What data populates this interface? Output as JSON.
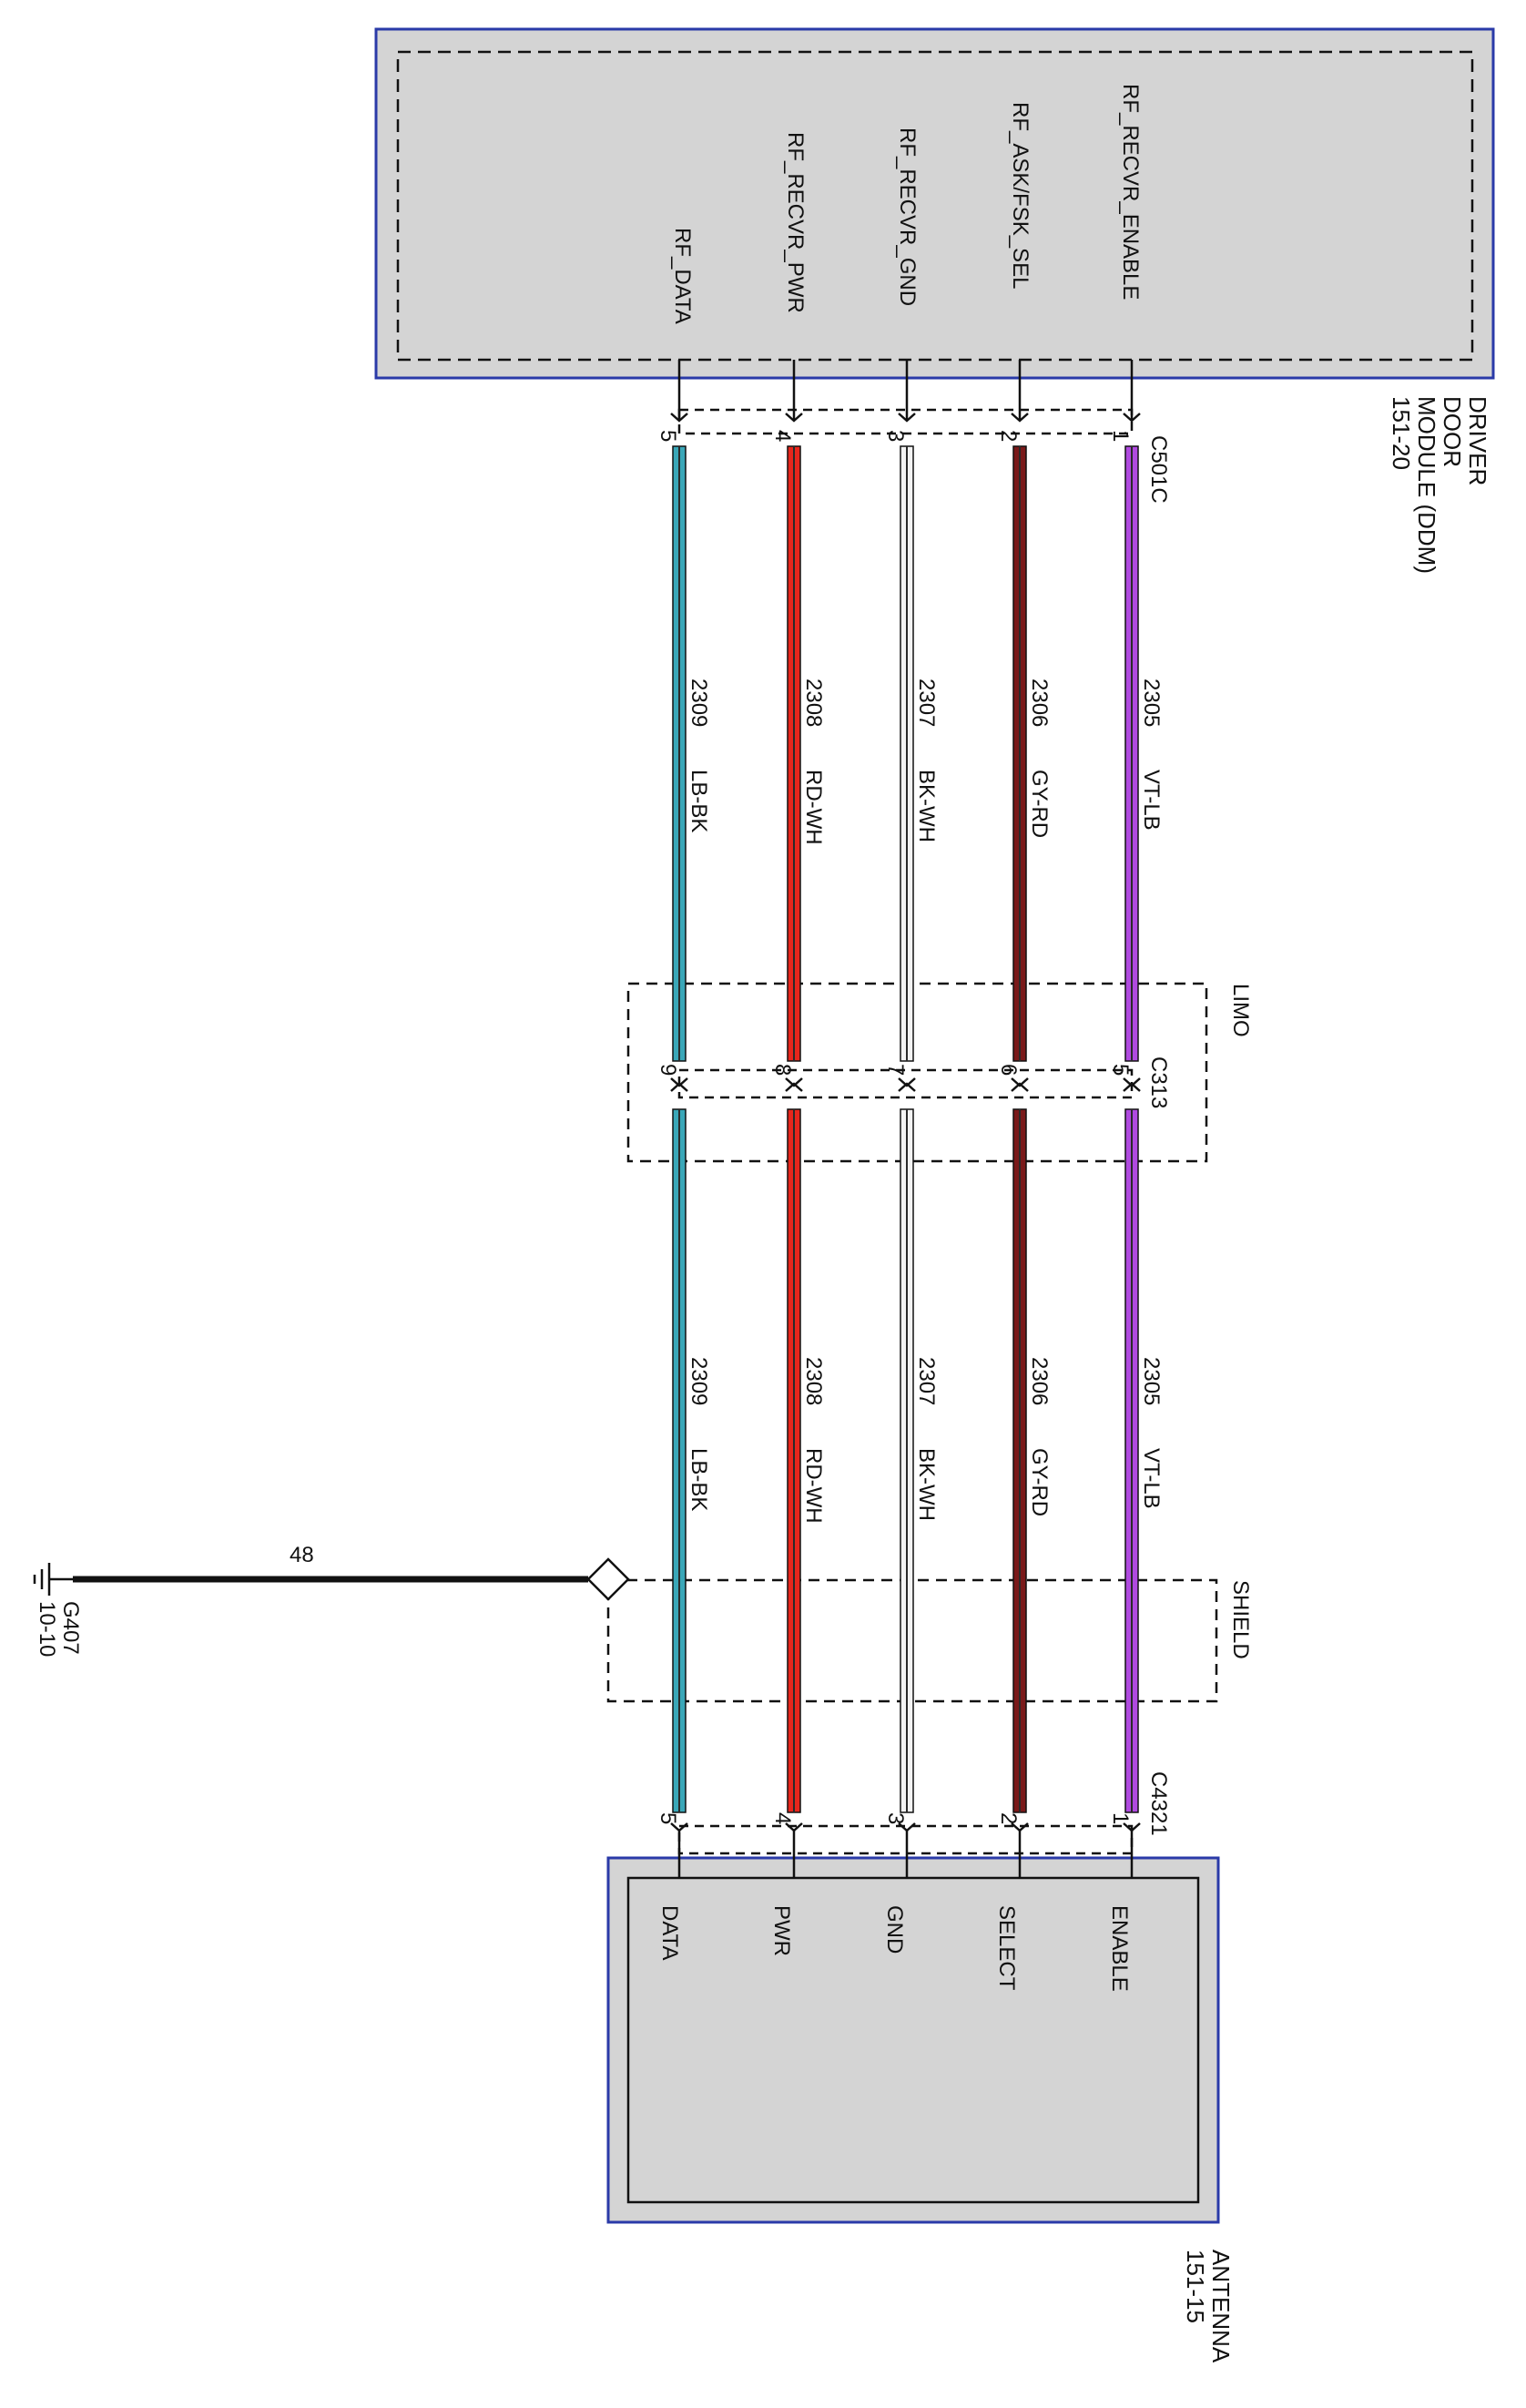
{
  "ddm": {
    "label_lines": [
      "DRIVER",
      "DOOR",
      "MODULE (DDM)",
      "151-20"
    ],
    "connector": "C501C",
    "pins": [
      {
        "pin": "1",
        "signal": "RF_RECVR_ENABLE"
      },
      {
        "pin": "2",
        "signal": "RF_ASK/FSK_SEL"
      },
      {
        "pin": "3",
        "signal": "RF_RECVR_GND"
      },
      {
        "pin": "4",
        "signal": "RF_RECVR_PWR"
      },
      {
        "pin": "5",
        "signal": "RF_DATA"
      }
    ]
  },
  "wires": [
    {
      "circuit": "2305",
      "color_code": "VT-LB",
      "color": "#b04ae0",
      "stripe": "#2a2a2a"
    },
    {
      "circuit": "2306",
      "color_code": "GY-RD",
      "color": "#7a1a1a",
      "stripe": "#2a2a2a"
    },
    {
      "circuit": "2307",
      "color_code": "BK-WH",
      "color": "#f4f4f4",
      "stripe": "#2a2a2a"
    },
    {
      "circuit": "2308",
      "color_code": "RD-WH",
      "color": "#e8261c",
      "stripe": "#2a2a2a"
    },
    {
      "circuit": "2309",
      "color_code": "LB-BK",
      "color": "#3aa7b8",
      "stripe": "#2a2a2a"
    }
  ],
  "limo": {
    "label": "LIMO",
    "connector": "C313",
    "pins": [
      "5",
      "6",
      "7",
      "8",
      "9"
    ]
  },
  "shield": {
    "label": "SHIELD",
    "ground_circuit": "48",
    "ground_lines": [
      "G407",
      "10-10"
    ]
  },
  "antenna": {
    "label_lines": [
      "ANTENNA",
      "151-15"
    ],
    "connector": "C4321",
    "pins": [
      {
        "pin": "1",
        "signal": "ENABLE"
      },
      {
        "pin": "2",
        "signal": "SELECT"
      },
      {
        "pin": "3",
        "signal": "GND"
      },
      {
        "pin": "4",
        "signal": "PWR"
      },
      {
        "pin": "5",
        "signal": "DATA"
      }
    ]
  },
  "colors": {
    "module_border": "#2a3aa8",
    "module_fill": "#d4d4d4"
  }
}
